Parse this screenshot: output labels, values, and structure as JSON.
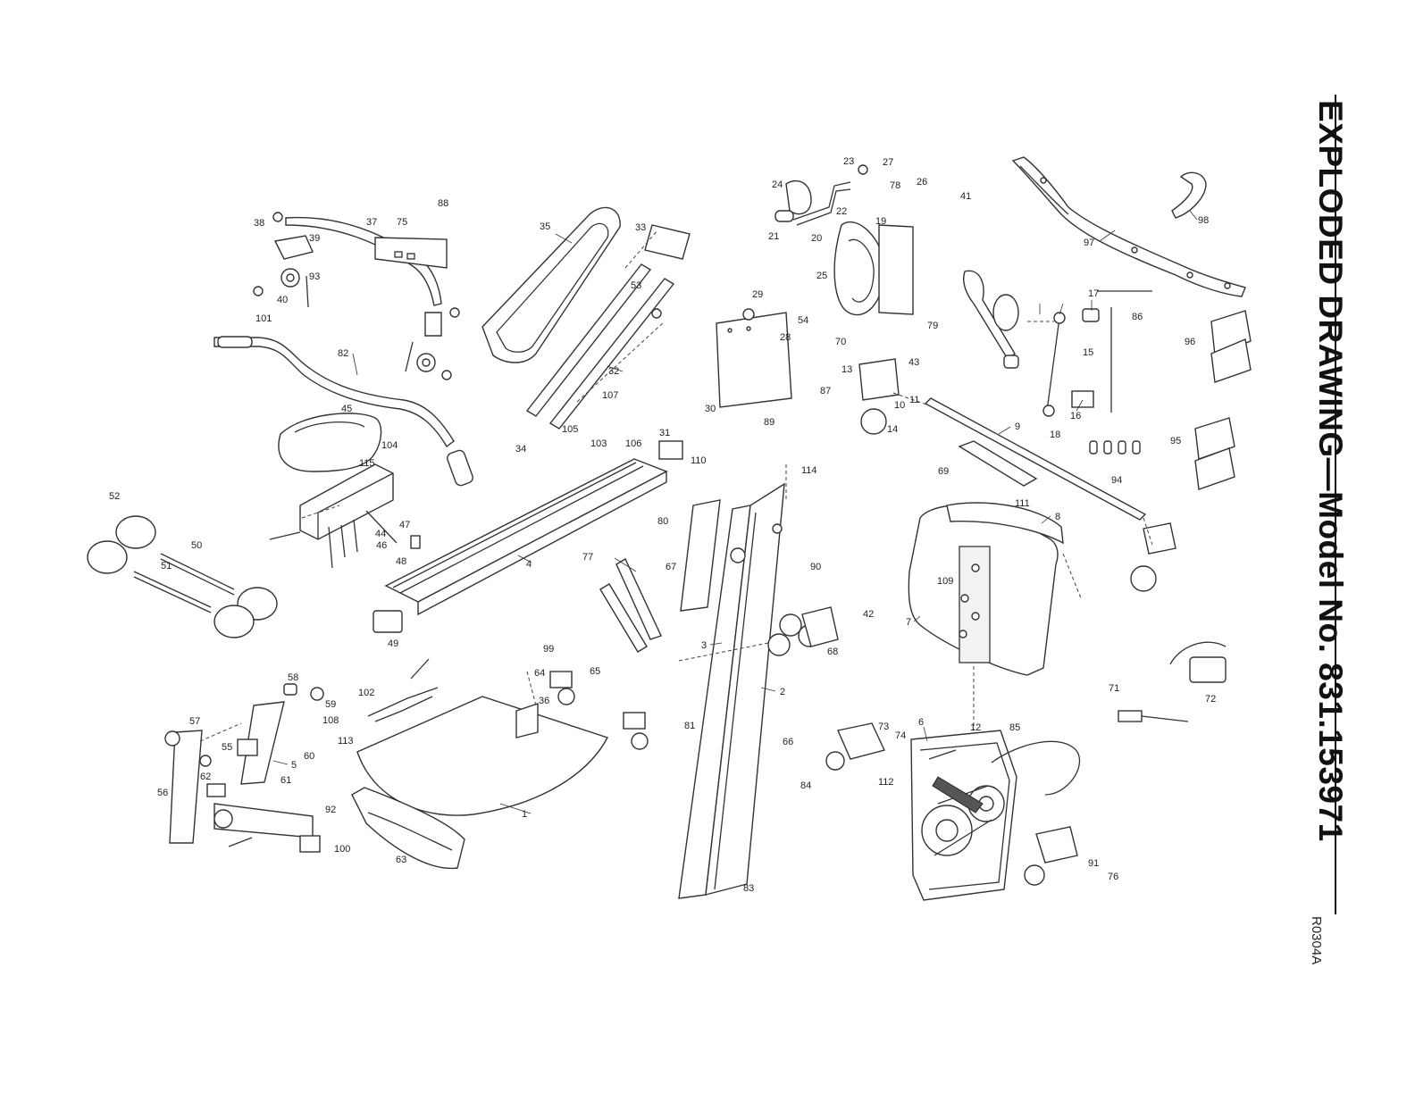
{
  "title": "EXPLODED DRAWING—Model No. 831.153971",
  "drawing_code": "R0304A",
  "callouts": [
    "1",
    "2",
    "3",
    "4",
    "5",
    "6",
    "7",
    "8",
    "9",
    "10",
    "11",
    "12",
    "13",
    "14",
    "15",
    "16",
    "17",
    "18",
    "19",
    "20",
    "21",
    "22",
    "23",
    "24",
    "25",
    "26",
    "27",
    "28",
    "29",
    "30",
    "31",
    "32",
    "33",
    "34",
    "35",
    "36",
    "37",
    "38",
    "39",
    "40",
    "41",
    "42",
    "43",
    "44",
    "45",
    "46",
    "47",
    "48",
    "49",
    "50",
    "51",
    "52",
    "53",
    "54",
    "55",
    "56",
    "57",
    "58",
    "59",
    "60",
    "61",
    "62",
    "63",
    "64",
    "65",
    "66",
    "67",
    "68",
    "69",
    "70",
    "71",
    "72",
    "73",
    "74",
    "75",
    "76",
    "77",
    "78",
    "79",
    "80",
    "81",
    "82",
    "83",
    "84",
    "85",
    "86",
    "87",
    "88",
    "89",
    "90",
    "91",
    "92",
    "93",
    "94",
    "95",
    "96",
    "97",
    "98",
    "99",
    "100",
    "101",
    "102",
    "103",
    "104",
    "105",
    "106",
    "107",
    "108",
    "109",
    "110",
    "111",
    "112",
    "113",
    "114",
    "115"
  ]
}
